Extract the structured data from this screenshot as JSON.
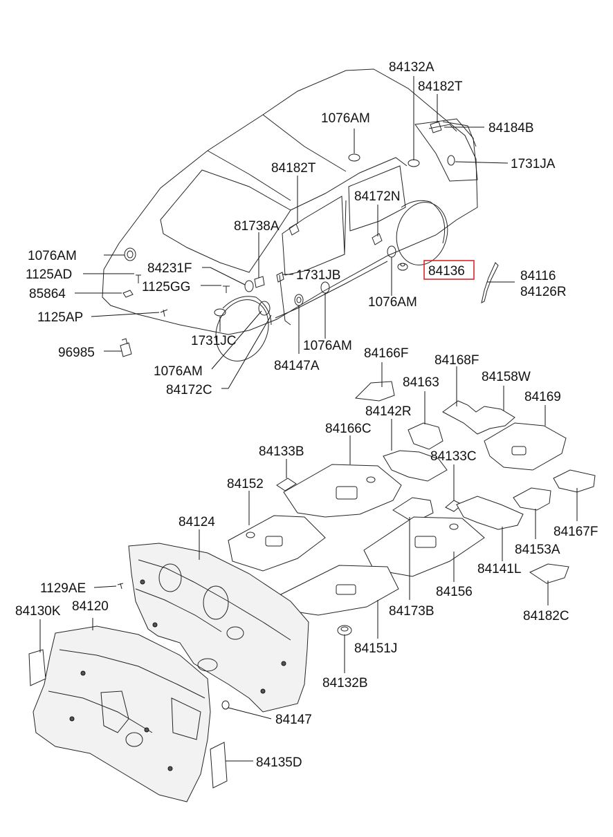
{
  "diagram": {
    "highlight_color": "#d9262c",
    "labels": {
      "l84132A": "84132A",
      "l84182T_top": "84182T",
      "l84184B": "84184B",
      "l1076AM_roof": "1076AM",
      "l1731JA": "1731JA",
      "l84182T_mid": "84182T",
      "l84172N": "84172N",
      "l81738A": "81738A",
      "l1076AM_left": "1076AM",
      "l84231F": "84231F",
      "l1125AD": "1125AD",
      "l1125GG": "1125GG",
      "l1731JB": "1731JB",
      "l84136": "84136",
      "l84116": "84116",
      "l84126R": "84126R",
      "l85864": "85864",
      "l1076AM_rear": "1076AM",
      "l1125AP": "1125AP",
      "l1731JC": "1731JC",
      "l1076AM_sill": "1076AM",
      "l96985": "96985",
      "l84147A": "84147A",
      "l1076AM_low": "1076AM",
      "l84172C": "84172C",
      "l84166F": "84166F",
      "l84168F": "84168F",
      "l84163": "84163",
      "l84158W": "84158W",
      "l84169": "84169",
      "l84142R": "84142R",
      "l84166C": "84166C",
      "l84133B": "84133B",
      "l84133C": "84133C",
      "l84152": "84152",
      "l84124": "84124",
      "l84167F": "84167F",
      "l84153A": "84153A",
      "l84141L": "84141L",
      "l1129AE": "1129AE",
      "l84156": "84156",
      "l84130K": "84130K",
      "l84120": "84120",
      "l84182C": "84182C",
      "l84173B": "84173B",
      "l84151J": "84151J",
      "l84132B": "84132B",
      "l84147": "84147",
      "l84135D": "84135D"
    }
  }
}
